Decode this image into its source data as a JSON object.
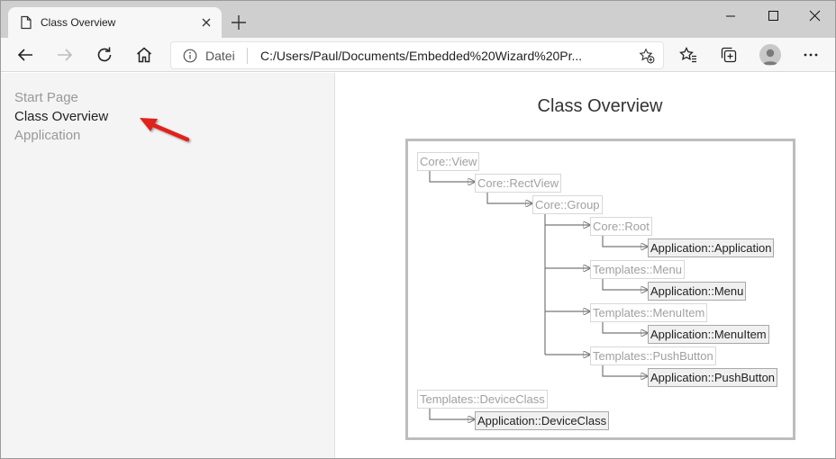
{
  "browser": {
    "tab_title": "Class Overview",
    "address_scheme": "Datei",
    "address_url": "C:/Users/Paul/Documents/Embedded%20Wizard%20Pr..."
  },
  "sidebar": {
    "items": [
      {
        "label": "Start Page",
        "active": false
      },
      {
        "label": "Class Overview",
        "active": true
      },
      {
        "label": "Application",
        "active": false
      }
    ]
  },
  "main": {
    "title": "Class Overview"
  },
  "diagram": {
    "core_view": "Core::View",
    "core_rectview": "Core::RectView",
    "core_group": "Core::Group",
    "core_root": "Core::Root",
    "app_application": "Application::Application",
    "templates_menu": "Templates::Menu",
    "app_menu": "Application::Menu",
    "templates_menuitem": "Templates::MenuItem",
    "app_menuitem": "Application::MenuItem",
    "templates_pushbutton": "Templates::PushButton",
    "app_pushbutton": "Application::PushButton",
    "templates_deviceclass": "Templates::DeviceClass",
    "app_deviceclass": "Application::DeviceClass"
  },
  "colors": {
    "annotation_arrow": "#e0201c",
    "tab_bar": "#cfcfcf",
    "sidebar_bg": "#f4f4f4"
  }
}
